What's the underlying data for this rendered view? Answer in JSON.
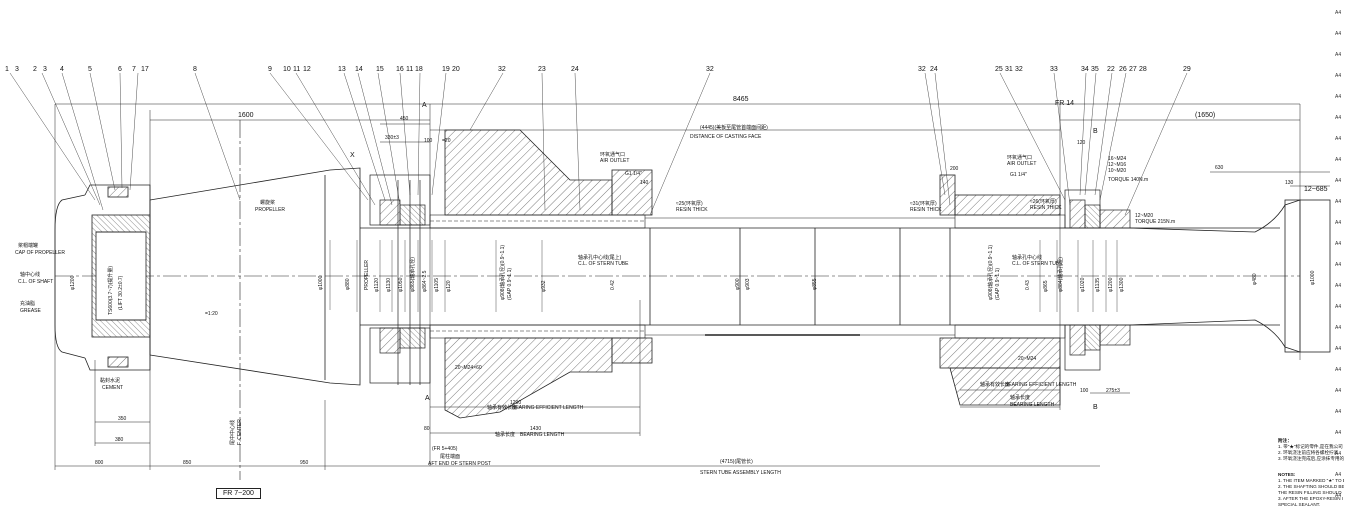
{
  "callouts": [
    "1",
    "3",
    "2",
    "3",
    "4",
    "5",
    "6",
    "7",
    "17",
    "8",
    "9",
    "10",
    "11",
    "12",
    "13",
    "14",
    "15",
    "16",
    "11",
    "18",
    "19",
    "20",
    "32",
    "23",
    "24",
    "32",
    "32",
    "24",
    "25",
    "31",
    "32",
    "33",
    "34",
    "35",
    "22",
    "26",
    "27",
    "28",
    "29"
  ],
  "dimensions": {
    "overall": "8465",
    "d1600": "1600",
    "d4445": "(4445)(美板至尾管首端面间距)",
    "d1650": "(1650)",
    "d450": "450",
    "d330": "330±3",
    "d100": "100",
    "d20": "=20",
    "d200": "200",
    "d120": "120",
    "d630": "630",
    "d130": "130",
    "d12_685": "12~685",
    "d350": "350",
    "d380": "380",
    "d800": "800",
    "d850": "850",
    "d950": "950",
    "d1290": "1290",
    "d1430": "1430",
    "d80": "80",
    "d100b": "100",
    "d275": "275±3",
    "d4715": "(4715)(尾管长)",
    "taper": "=1:20"
  },
  "labels": {
    "distance_casting_face": "DISTANCE OF CASTING FACE",
    "air_outlet": "AIR OUTLET",
    "air_outlet_cn": "环氧通气口",
    "g114": "G1 1/4\"",
    "d140": "140",
    "resin_thick_1": "≈25(环氧厚)",
    "resin_thick_1_en": "RESIN THICK",
    "resin_thick_2": "≈31(环氧厚)",
    "resin_thick_2_en": "RESIN THICK",
    "air_outlet2_cn": "环氧通气口",
    "air_outlet2": "AIR OUTLET",
    "g114b": "G1 1/4\"",
    "resin_thick_3": "≈26(环氧厚)",
    "resin_thick_3_en": "RESIN THICK",
    "fr14": "FR 14",
    "m24_1": "16~M24",
    "m16": "12~M16",
    "m20": "10~M20",
    "torque_1": "TORQUE 140N.m",
    "m20b": "12~M20",
    "torque_2": "TORQUE 215N.m",
    "propeller_cn": "螺旋桨",
    "propeller": "PROPELLER",
    "propeller_rot": "PROPELLER",
    "cap_cn": "桨帽端罐",
    "cap_en": "CAP OF PROPELLER",
    "cl_shaft_cn": "轴中心线",
    "cl_shaft_en": "C.L. OF SHAFT",
    "grease_cn": "充油脂",
    "grease_en": "GREASE",
    "cement_cn": "黏封水泥",
    "cement_en": "CEMENT",
    "m24_2": "20~M24×60",
    "m24_3": "20~M24 ",
    "cl_stern_tube": "轴承孔中心线(尾上)",
    "cl_stern_tube_en": "C.L. OF STERN TUBE",
    "cl_stern_tube_2": "轴承孔中心线",
    "cl_stern_tube_2_en": "C.L. OF STERN TUBE",
    "bearing_eff_1_cn": "轴承有效长度",
    "bearing_eff_1": "BEARING EFFICIENT LENGTH",
    "bearing_len_1_cn": "轴承长度",
    "bearing_len_1": "BEARING LENGTH",
    "bearing_eff_2_cn": "轴承有效长度",
    "bearing_eff_2": "BEARING EFFICIENT LENGTH",
    "bearing_len_2_cn": "轴承长度",
    "bearing_len_2": "BEARING LENGTH",
    "fr_aft": "(FR 5+405)",
    "aft_end_cn": "尾柱端面",
    "aft_end": "AFT END OF STERN POST",
    "stern_tube_len": "STERN TUBE ASSEMBLY LENGTH",
    "fr7_200": "FR 7~200",
    "center_v_cn": "尾中中心线",
    "center_v": "F. CENTER",
    "section_a": "A",
    "section_b": "B",
    "x": "X",
    "dia_1200": "φ1200",
    "dia_1000": "φ1000",
    "dia_1200b": "φ1200",
    "dia_880": "φ880",
    "dia_120": "φ120",
    "dia_865": "φ865",
    "dia_932": "φ932",
    "dia_900": "φ900",
    "dia_903": "φ903",
    "dia_855": "φ855",
    "dia_1020": "φ1020",
    "dia_1135": "φ1135",
    "dia_1300": "φ1300",
    "dia_1000b": "φ1000",
    "dia_480": "φ480",
    "dia_1120": "φ1120",
    "dia_1130": "φ1130",
    "dia_1050": "φ1050",
    "dia_1105": "φ1105",
    "bore_1": "φ908(轴承孔径)(0.9~1.1)",
    "bore_1_en": "(GAP 0.9~1.1)",
    "bore_2": "φ908(轴承孔径)(0.9~1.1)",
    "bore_2_en": "(GAP 0.9~1.1)",
    "clear_1": "0.42",
    "clear_2": "0.43",
    "lift_cn": "TS600(3.7~7)(提升量)",
    "lift_en": "(LIFT 30.2±0.7)",
    "seal_1": "φ865(轴承孔径)",
    "seal_2": "φ864~2.5",
    "seal_3": "φ884(轴承孔径)"
  },
  "notes": {
    "title_cn": "附注：",
    "cn": [
      "1. 带\"★\"标记的零件,是在我公司",
      "2. 环氧浇注前应将各螺栓拧紧",
      "3. 环氧浇注完成后,应涂抹专用的密封"
    ],
    "title_en": "NOTES:",
    "en": [
      "1. THE ITEM MARKED \"★\" TO BE",
      "2. THE SHAFTING SHOULD BE",
      "   THE RESIN FILLING SHOULD",
      "3. AFTER THE EPOXY-RESIN I",
      "   SPECIAL SEALANT."
    ]
  },
  "side_marks": [
    "A4",
    "A4",
    "A4",
    "A4",
    "A4",
    "A4",
    "A4",
    "A4",
    "A4",
    "A4",
    "A4",
    "A4",
    "A4",
    "A4",
    "A4",
    "A4",
    "A4",
    "A4",
    "A4",
    "A4",
    "A4",
    "A4",
    "A4",
    "A4"
  ]
}
